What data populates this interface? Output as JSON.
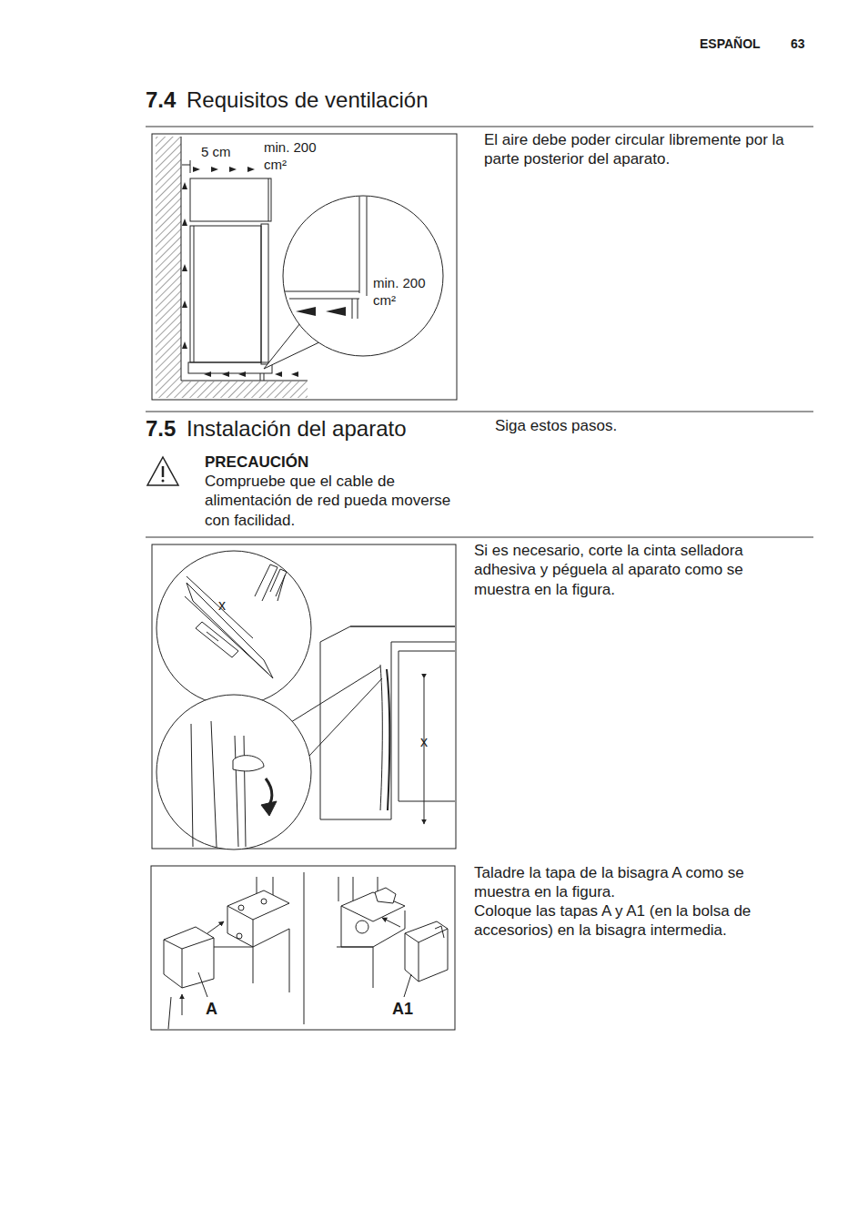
{
  "diagram": {
    "labels": [
      "ESPAÑOL",
      "63",
      "7.4",
      "Requisitos de ventilación",
      "5 cm",
      "min. 200 cm²",
      "min. 200 cm²",
      "El aire debe poder circular libremente por la parte posterior del aparato.",
      "7.5",
      "Instalación del aparato",
      "Siga estos pasos.",
      "PRECAUCIÓN",
      "Compruebe que el cable de alimentación de red pueda moverse con facilidad.",
      "Si es necesario, corte la cinta selladora adhesiva y péguela al aparato como se muestra en la figura.",
      "x",
      "x",
      "Taladre la tapa de la bisagra A como se muestra en la figura.",
      "Coloque las tapas A y A1 (en la bolsa de accesorios) en la bisagra intermedia.",
      "A",
      "A1"
    ]
  }
}
